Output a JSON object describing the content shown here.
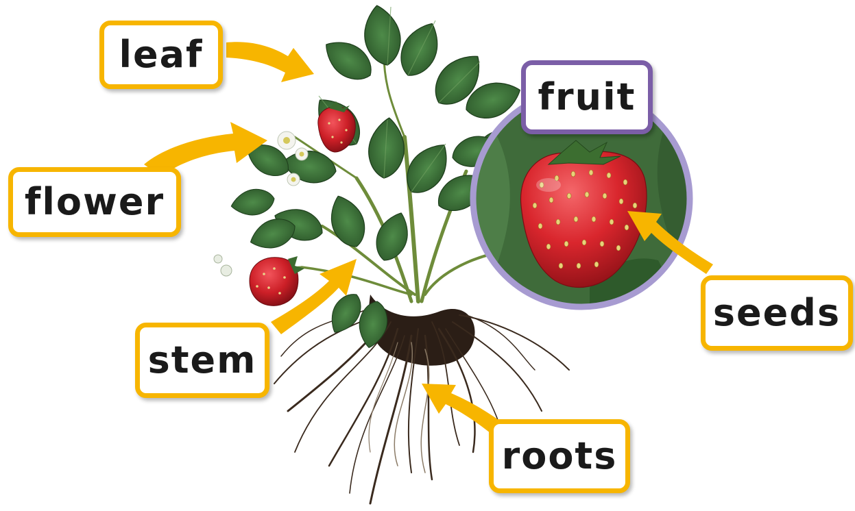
{
  "labels": {
    "leaf": "leaf",
    "flower": "flower",
    "stem": "stem",
    "roots": "roots",
    "fruit": "fruit",
    "seeds": "seeds"
  },
  "colors": {
    "label_border": "#F7B500",
    "arrow": "#F7B500",
    "fruit_border": "#7B5EA7",
    "magnifier_ring": "#A79BD1",
    "leaf_green": "#2F6B2E",
    "berry_red": "#C8242B",
    "root_brown": "#3A2A1E"
  },
  "icons": {
    "plant": "strawberry-plant-illustration",
    "magnifier": "fruit-closeup-circle",
    "arrows": "pointer-arrow"
  }
}
